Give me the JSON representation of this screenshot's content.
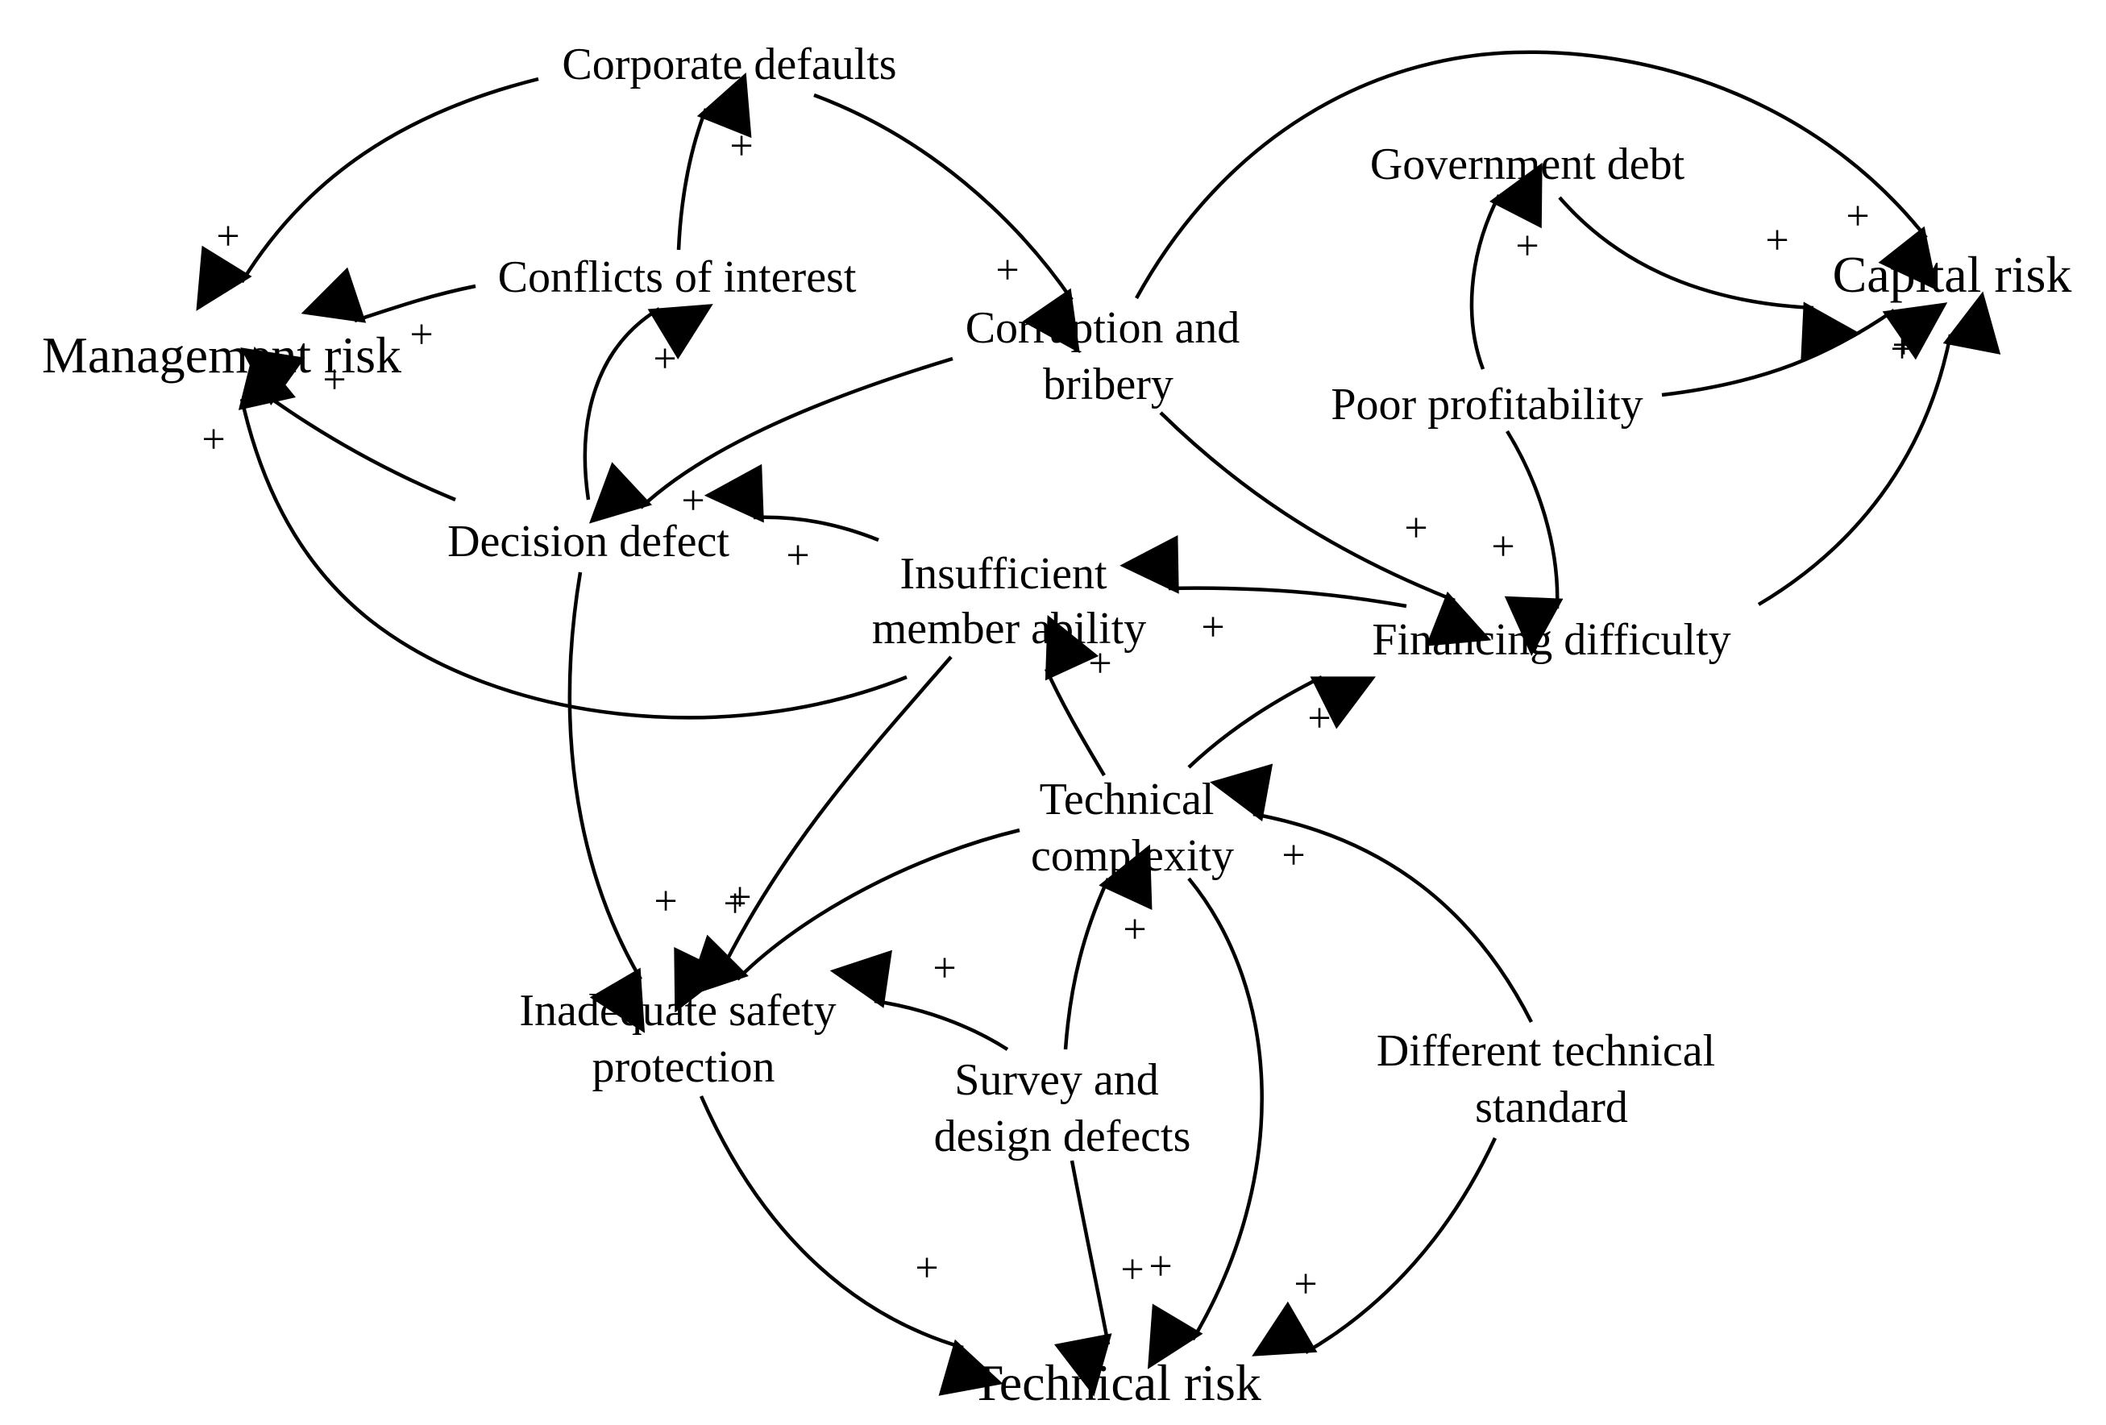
{
  "nodes": {
    "corporate_defaults": [
      "Corporate defaults"
    ],
    "management_risk": [
      "Management risk"
    ],
    "conflicts_of_interest": [
      "Conflicts of interest"
    ],
    "corruption_and_bribery": [
      "Corruption and",
      "bribery"
    ],
    "government_debt": [
      "Government debt"
    ],
    "capital_risk": [
      "Capital risk"
    ],
    "poor_profitability": [
      "Poor profitability"
    ],
    "decision_defect": [
      "Decision defect"
    ],
    "insufficient_member_ability": [
      "Insufficient",
      "member ability"
    ],
    "financing_difficulty": [
      "Financing difficulty"
    ],
    "technical_complexity": [
      "Technical",
      "complexity"
    ],
    "inadequate_safety_protection": [
      "Inadequate safety",
      "protection"
    ],
    "survey_and_design_defects": [
      "Survey and",
      "design defects"
    ],
    "different_technical_standard": [
      "Different technical",
      "standard"
    ],
    "technical_risk": [
      "Technical risk"
    ]
  },
  "polarity_sign": "+",
  "edges": [
    {
      "from": "corporate_defaults",
      "to": "management_risk",
      "polarity": "+"
    },
    {
      "from": "conflicts_of_interest",
      "to": "corporate_defaults",
      "polarity": "+"
    },
    {
      "from": "corporate_defaults",
      "to": "corruption_and_bribery",
      "polarity": "+"
    },
    {
      "from": "corruption_and_bribery",
      "to": "capital_risk",
      "polarity": "+"
    },
    {
      "from": "government_debt",
      "to": "capital_risk",
      "polarity": "+"
    },
    {
      "from": "poor_profitability",
      "to": "government_debt",
      "polarity": "+"
    },
    {
      "from": "poor_profitability",
      "to": "capital_risk",
      "polarity": "+"
    },
    {
      "from": "poor_profitability",
      "to": "financing_difficulty",
      "polarity": "+"
    },
    {
      "from": "financing_difficulty",
      "to": "capital_risk",
      "polarity": "+"
    },
    {
      "from": "conflicts_of_interest",
      "to": "management_risk",
      "polarity": "+"
    },
    {
      "from": "decision_defect",
      "to": "conflicts_of_interest",
      "polarity": "+"
    },
    {
      "from": "decision_defect",
      "to": "management_risk",
      "polarity": "+"
    },
    {
      "from": "insufficient_member_ability",
      "to": "management_risk",
      "polarity": "+"
    },
    {
      "from": "corruption_and_bribery",
      "to": "decision_defect",
      "polarity": "+"
    },
    {
      "from": "corruption_and_bribery",
      "to": "financing_difficulty",
      "polarity": "+"
    },
    {
      "from": "insufficient_member_ability",
      "to": "decision_defect",
      "polarity": "+"
    },
    {
      "from": "financing_difficulty",
      "to": "insufficient_member_ability",
      "polarity": "+"
    },
    {
      "from": "technical_complexity",
      "to": "insufficient_member_ability",
      "polarity": "+"
    },
    {
      "from": "technical_complexity",
      "to": "financing_difficulty",
      "polarity": "+"
    },
    {
      "from": "decision_defect",
      "to": "inadequate_safety_protection",
      "polarity": "+"
    },
    {
      "from": "insufficient_member_ability",
      "to": "inadequate_safety_protection",
      "polarity": "+"
    },
    {
      "from": "technical_complexity",
      "to": "inadequate_safety_protection",
      "polarity": "+"
    },
    {
      "from": "different_technical_standard",
      "to": "technical_complexity",
      "polarity": "+"
    },
    {
      "from": "survey_and_design_defects",
      "to": "technical_complexity",
      "polarity": "+"
    },
    {
      "from": "survey_and_design_defects",
      "to": "inadequate_safety_protection",
      "polarity": "+"
    },
    {
      "from": "inadequate_safety_protection",
      "to": "technical_risk",
      "polarity": "+"
    },
    {
      "from": "survey_and_design_defects",
      "to": "technical_risk",
      "polarity": "+"
    },
    {
      "from": "technical_complexity",
      "to": "technical_risk",
      "polarity": "+"
    },
    {
      "from": "different_technical_standard",
      "to": "technical_risk",
      "polarity": "+"
    }
  ]
}
